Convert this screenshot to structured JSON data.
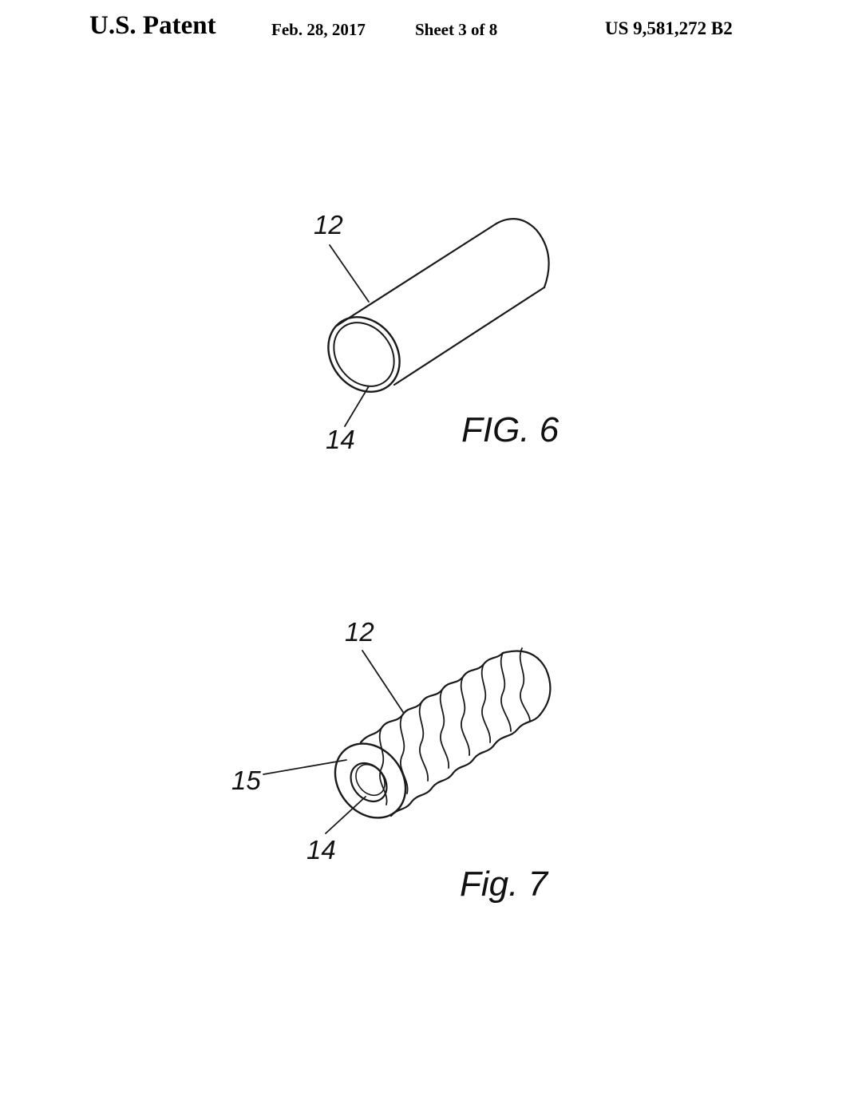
{
  "header": {
    "publisher": "U.S. Patent",
    "date": "Feb. 28, 2017",
    "sheet": "Sheet 3 of 8",
    "patent_number": "US 9,581,272 B2"
  },
  "figures": [
    {
      "caption": "FIG. 6",
      "references": {
        "outer_tube": "12",
        "inner_bore": "14"
      }
    },
    {
      "caption": "Fig. 7",
      "references": {
        "outer_tube": "12",
        "inner_bore": "14",
        "end_layer": "15"
      }
    }
  ]
}
